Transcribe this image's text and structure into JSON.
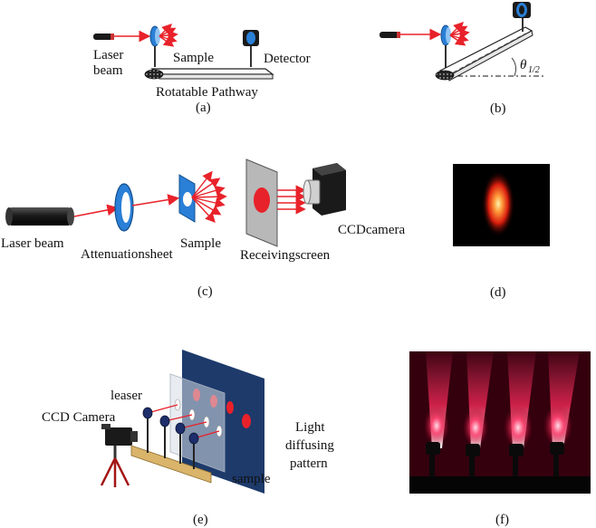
{
  "panel_a": {
    "caption": "(a)",
    "laser_label_line1": "Laser",
    "laser_label_line2": "beam",
    "sample_label": "Sample",
    "detector_label": "Detector",
    "pathway_label": "Rotatable Pathway"
  },
  "panel_b": {
    "caption": "(b)",
    "angle_symbol": "θ",
    "angle_subscript": "1/2"
  },
  "panel_c": {
    "caption": "(c)",
    "laser_label": "Laser beam",
    "attenuation_label": "Attenuationsheet",
    "sample_label": "Sample",
    "screen_label": "Receivingscreen",
    "camera_label": "CCDcamera"
  },
  "panel_d": {
    "caption": "(d)"
  },
  "panel_e": {
    "caption": "(e)",
    "ccd_label": "CCD Camera",
    "laser_label": "leaser",
    "sample_label": "sample",
    "pattern_line1": "Light",
    "pattern_line2": "diffusing",
    "pattern_line3": "pattern"
  },
  "panel_f": {
    "caption": "(f)"
  },
  "colors": {
    "laser_red": "#e8222a",
    "optic_blue": "#1e6fc4",
    "panel_navy": "#1d3a6b",
    "wood": "#d9b46a"
  }
}
